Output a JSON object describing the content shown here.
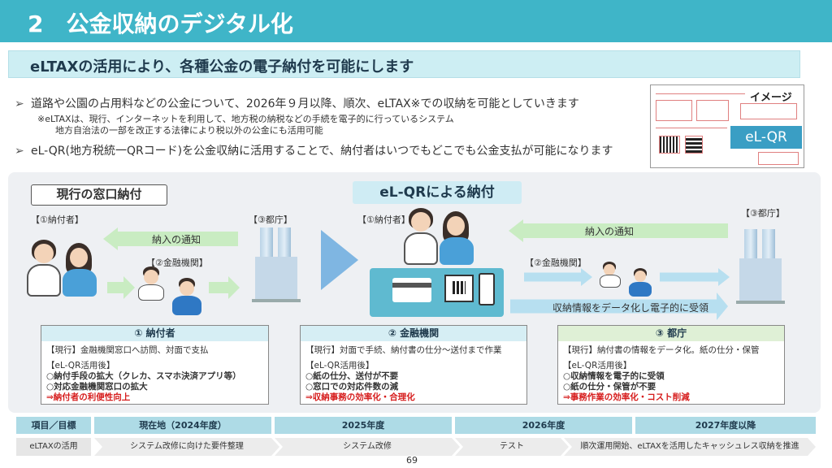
{
  "header": {
    "title": "2　公金収納のデジタル化",
    "subtitle": "eLTAXの活用により、各種公金の電子納付を可能にします"
  },
  "bullets": [
    {
      "mark": "➢",
      "text": "道路や公園の占用料などの公金について、2026年９月以降、順次、eLTAX※での収納を可能としていきます"
    },
    {
      "mark": "➢",
      "text": "eL-QR(地方税統一QRコード)を公金収納に活用することで、納付者はいつでもどこでも公金支払が可能になります"
    }
  ],
  "notes": [
    "※eLTAXは、現行、インターネットを利用して、地方税の納税などの手続を電子的に行っているシステム",
    "地方自治法の一部を改正する法律により税以外の公金にも活用可能"
  ],
  "image_box": {
    "label": "イメージ",
    "badge": "eL-QR"
  },
  "left_section": {
    "tag": "現行の窓口納付",
    "payer_label": "【①納付者】",
    "bank_label": "【②金融機関】",
    "gov_label": "【③都庁】",
    "notice_arrow": "納入の通知"
  },
  "right_section": {
    "tag": "eL-QRによる納付",
    "payer_label": "【①納付者】",
    "bank_label": "【②金融機関】",
    "gov_label": "【③都庁】",
    "notice_arrow": "納入の通知",
    "data_arrow": "収納情報をデータ化し電子的に受領"
  },
  "boxes": [
    {
      "header": "① 納付者",
      "current": "【現行】金融機関窓口へ訪問、対面で支払",
      "after_label": "【eL-QR活用後】",
      "items": [
        "○納付手段の拡大（クレカ、スマホ決済アプリ等）",
        "○対応金融機関窓口の拡大"
      ],
      "result": "⇒納付者の利便性向上"
    },
    {
      "header": "② 金融機関",
      "current": "【現行】対面で手続、納付書の仕分～送付まで作業",
      "after_label": "【eL-QR活用後】",
      "items": [
        "○紙の仕分、送付が不要",
        "○窓口での対応件数の減"
      ],
      "result": "⇒収納事務の効率化・合理化"
    },
    {
      "header": "③ 都庁",
      "current": "【現行】納付書の情報をデータ化。紙の仕分・保管",
      "after_label": "【eL-QR活用後】",
      "items": [
        "○収納情報を電子的に受領",
        "○紙の仕分・保管が不要"
      ],
      "result": "⇒事務作業の効率化・コスト削減"
    }
  ],
  "table": {
    "headers": [
      "項目／目標",
      "現在地（2024年度）",
      "2025年度",
      "2026年度",
      "2027年度以降"
    ],
    "row": [
      "eLTAXの活用",
      "システム改修に向けた要件整理",
      "システム改修",
      "テスト",
      "順次運用開始、eLTAXを活用したキャッシュレス収納を推進"
    ]
  },
  "page_number": "69",
  "colors": {
    "title_bg": "#3fb5c8",
    "subtitle_bg": "#cdeef3",
    "arrow_green": "#c9ecc2",
    "arrow_blue": "#7fb6e2",
    "result_red": "#d61c1c"
  }
}
